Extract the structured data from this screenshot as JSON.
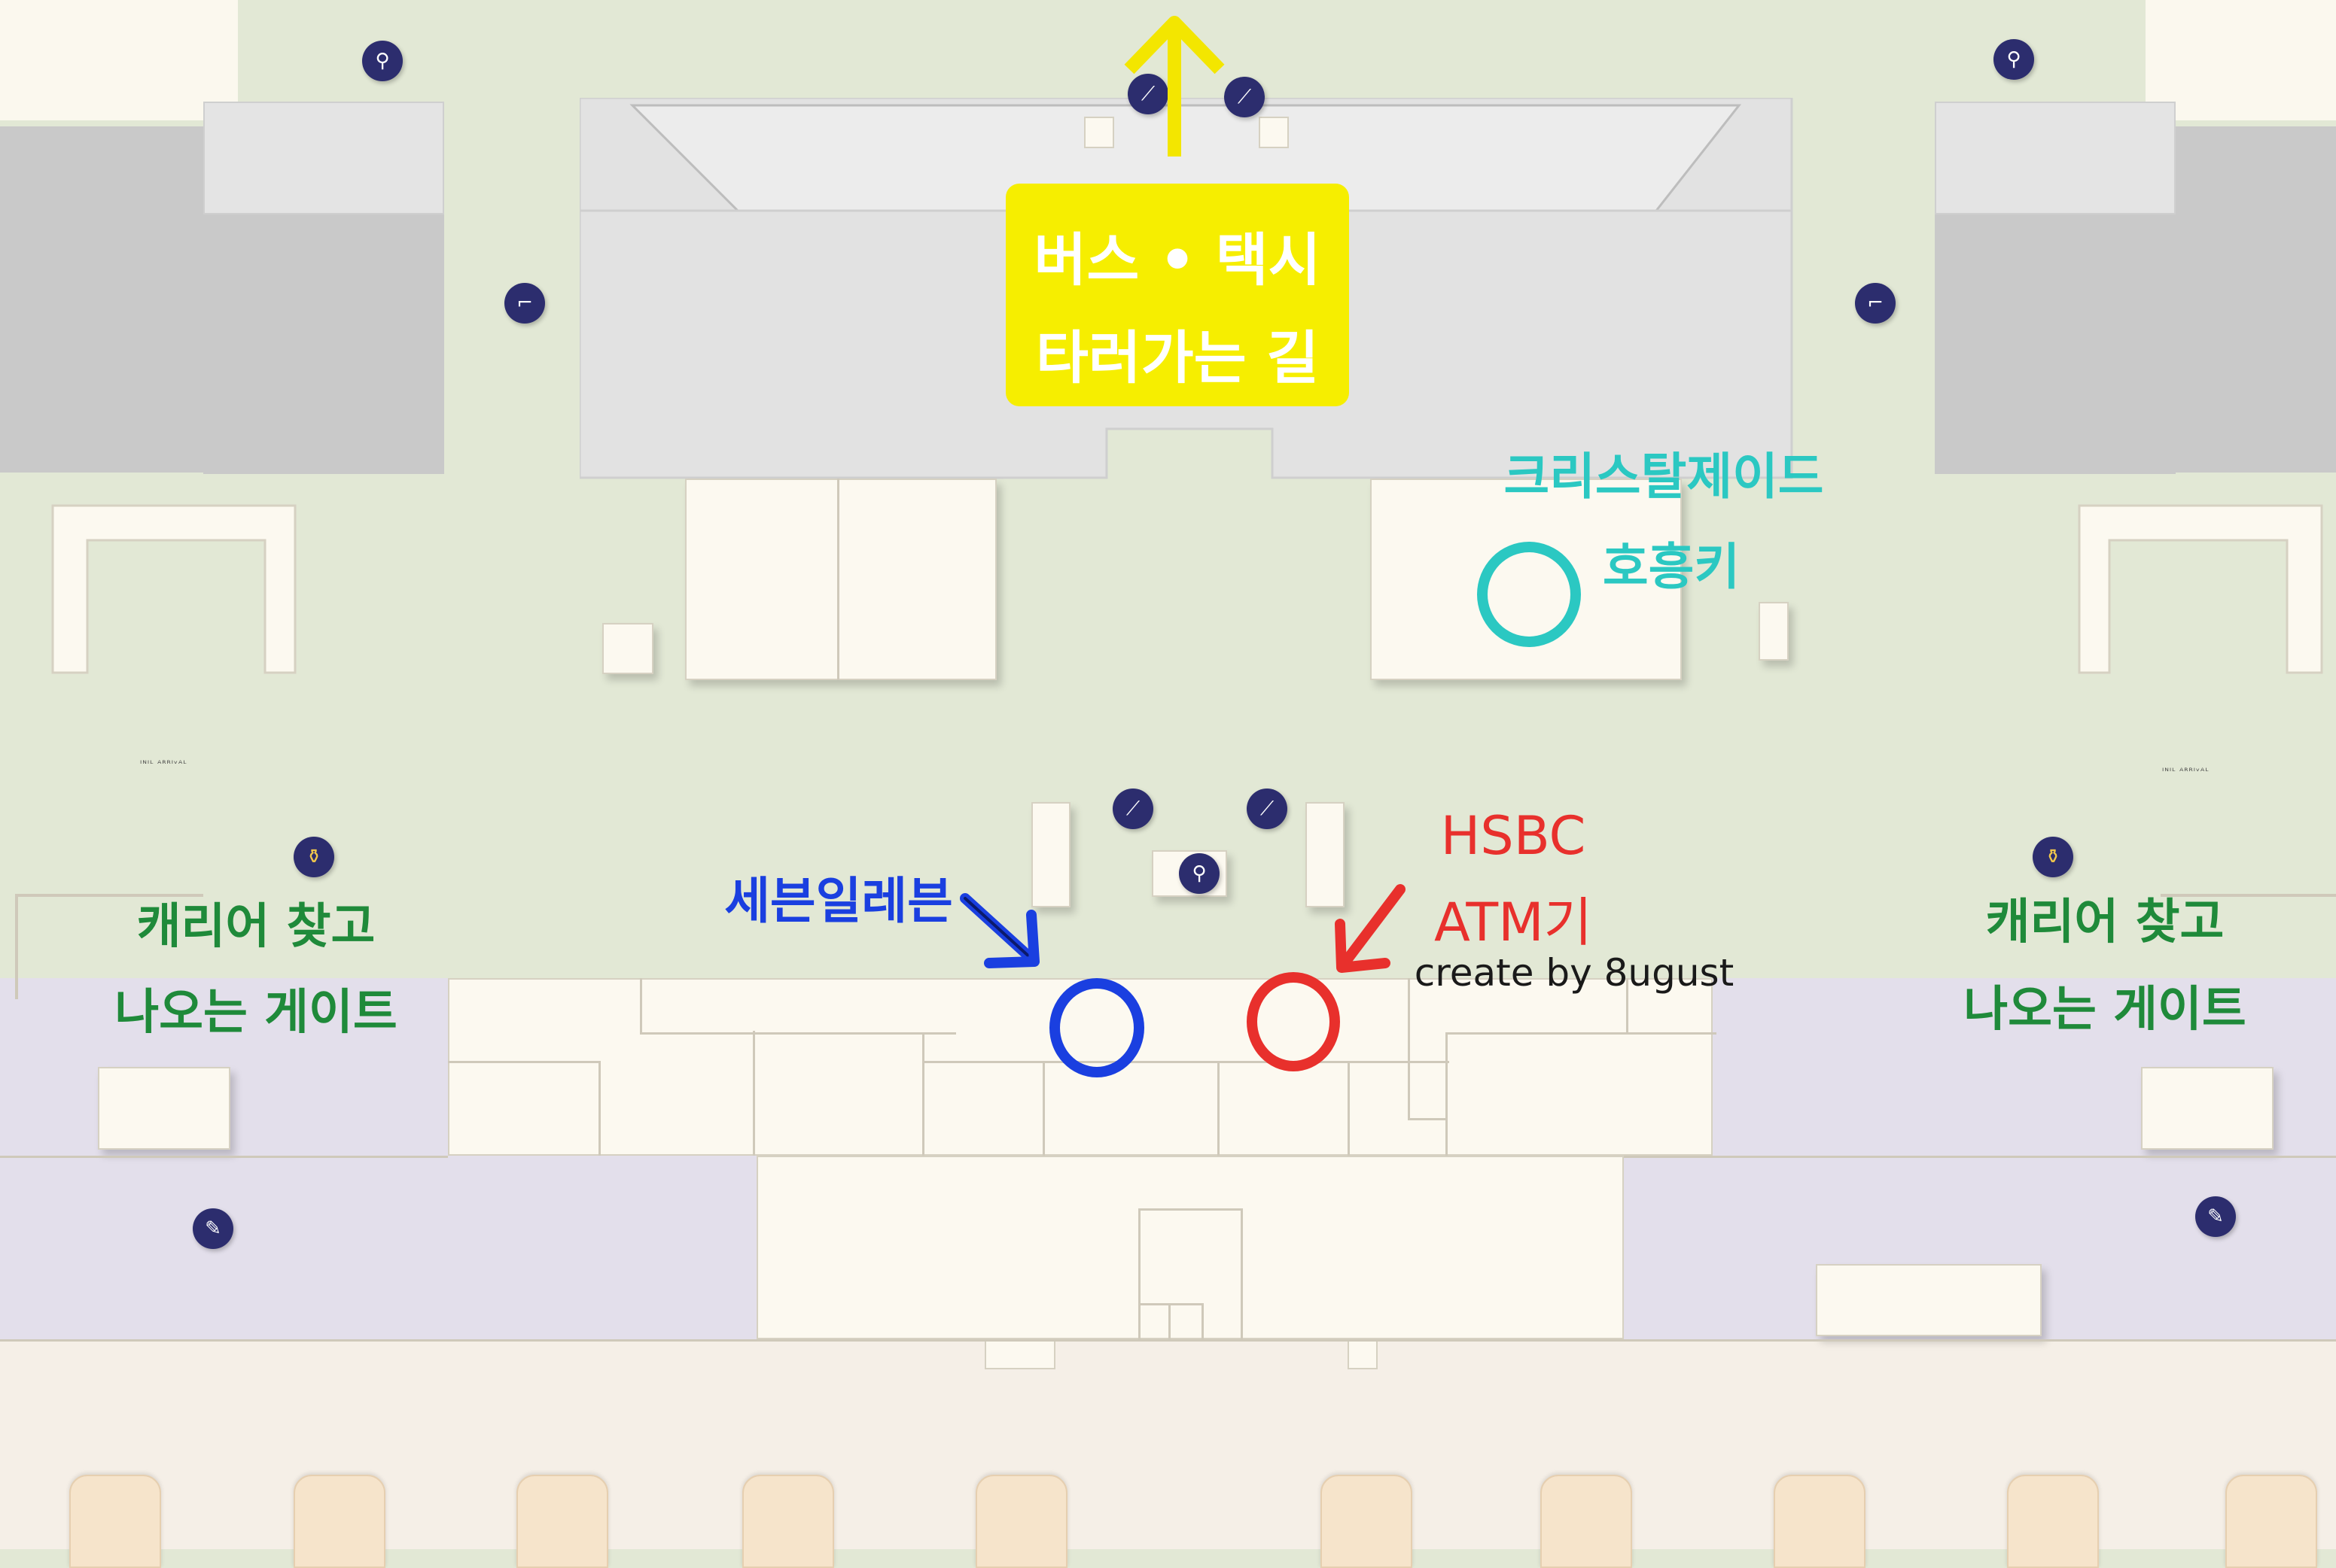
{
  "map": {
    "bus_taxi_label": [
      "버스 • 택시",
      "타러가는 길"
    ],
    "crystal_jade_label": [
      "크리스탈제이드",
      "호흥키"
    ],
    "hsbc_label": [
      "HSBC",
      "ATM기"
    ],
    "credit": "create by 8ugust",
    "seven_eleven_label": "세븐일레븐",
    "baggage_gate_left": [
      "캐리어 찾고",
      "나오는 게이트"
    ],
    "baggage_gate_right": [
      "캐리어 찾고",
      "나오는 게이트"
    ],
    "exit_sign_left": "ᴵᴺᴵᴸ ᴬᴿᴿᴵᵛᴬᴸ",
    "exit_sign_right": "ᴵᴺᴵᴸ ᴬᴿᴿᴵᵛᴬᴸ"
  },
  "icons": {
    "toilet": "restroom-icon",
    "taxi": "taxi-icon",
    "escalator": "escalator-icon",
    "baggage": "baggage-icon",
    "info": "info-icon"
  },
  "colors": {
    "bus_taxi_bg": "#f6ee00",
    "arrow_yellow": "#f3e600",
    "teal": "#2bc8c2",
    "red": "#e8302c",
    "blue": "#1a3fe0",
    "green": "#1f8a3a"
  }
}
